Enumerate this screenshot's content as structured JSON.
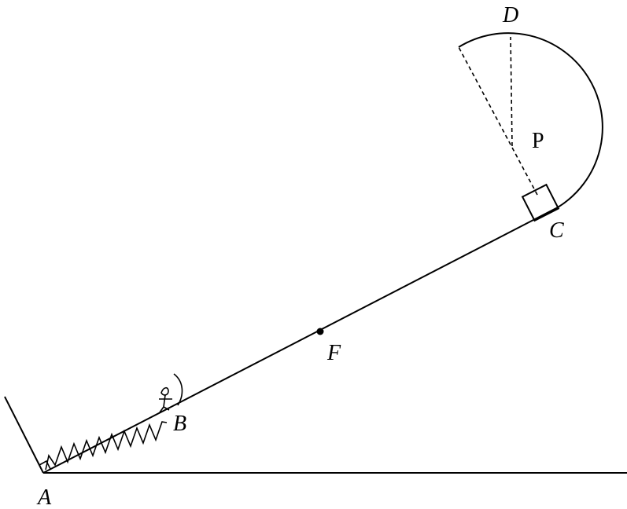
{
  "labels": {
    "A": "A",
    "B": "B",
    "C": "C",
    "D": "D",
    "F": "F",
    "P": "P"
  }
}
